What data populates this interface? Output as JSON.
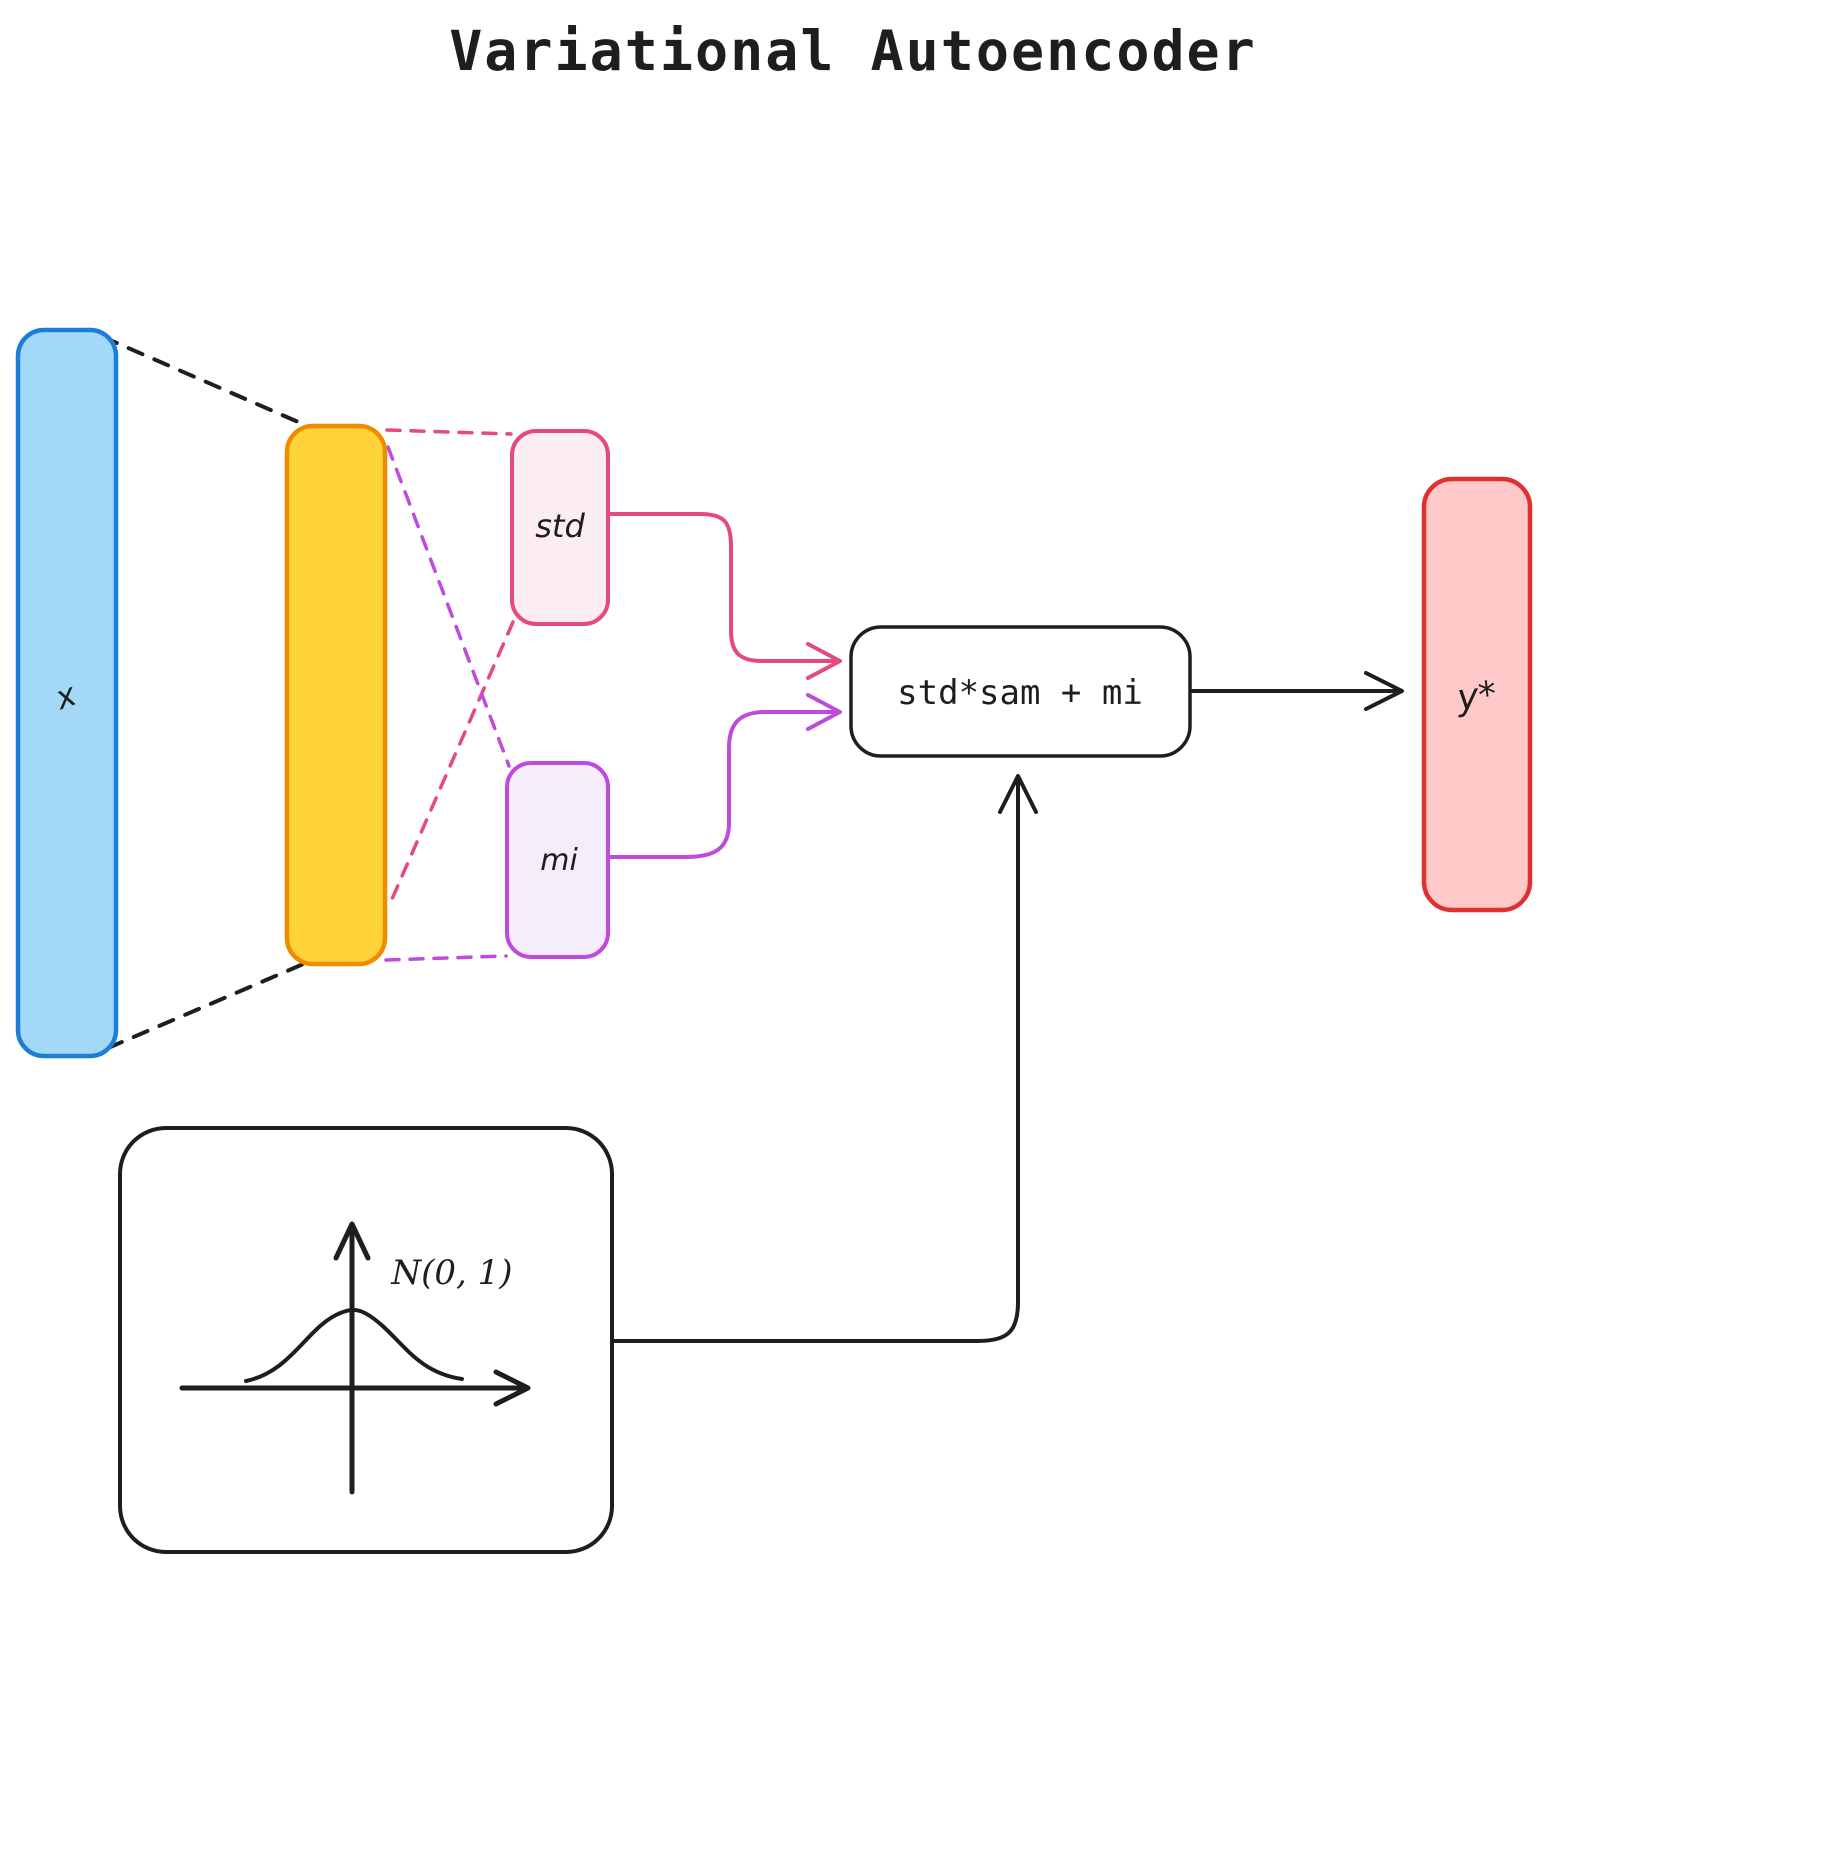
{
  "title": "Variational Autoencoder",
  "nodes": {
    "input": {
      "label": "x",
      "fill": "#a3d8f7",
      "stroke": "#1c7ed6"
    },
    "bottleneck": {
      "label": "",
      "fill": "#ffd43b",
      "stroke": "#f08c00"
    },
    "std": {
      "label": "std",
      "fill": "#fcecf3",
      "stroke": "#e64980"
    },
    "mi": {
      "label": "mi",
      "fill": "#f5edfb",
      "stroke": "#be4bdb"
    },
    "reparam": {
      "label": "std*sam + mi",
      "fill": "#ffffff",
      "stroke": "#1e1e1e"
    },
    "output": {
      "label": "y*",
      "fill": "#ffc9c9",
      "stroke": "#e03131"
    },
    "noise": {
      "label": "N(0, 1)",
      "fill": "#ffffff",
      "stroke": "#1e1e1e"
    }
  },
  "colors": {
    "pink_arrow": "#e64980",
    "purple_arrow": "#be4bdb",
    "black_line": "#1e1e1e",
    "background": "#ffffff"
  }
}
